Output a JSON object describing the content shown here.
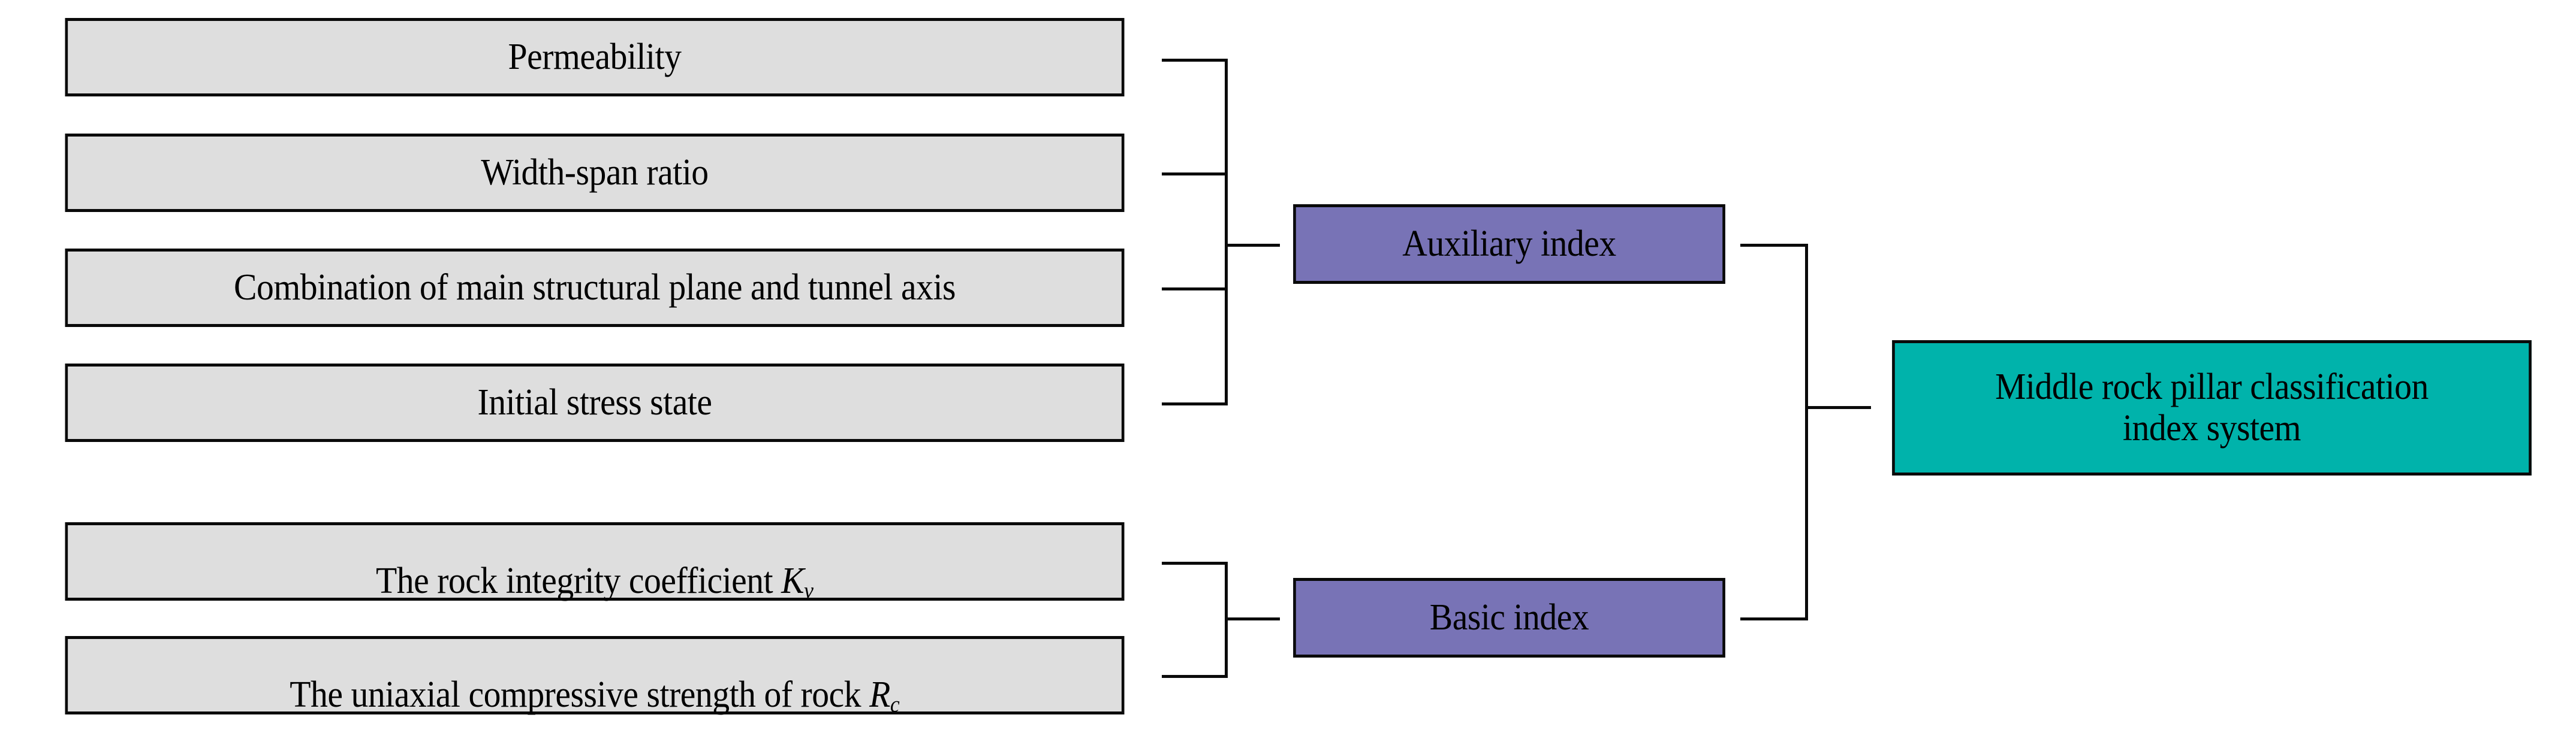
{
  "diagram": {
    "title": "Middle rock pillar classification index system",
    "type": "hierarchy-tree",
    "orientation": "left-to-right",
    "colors": {
      "leaf_fill": "#dedede",
      "branch_fill": "#7873b6",
      "root_fill": "#00b3ab",
      "stroke": "#0a0a0a",
      "text": "#000000",
      "background": "#ffffff"
    }
  },
  "leaves": [
    {
      "id": "permeability",
      "label": "Permeability",
      "parent": "auxiliary-index"
    },
    {
      "id": "width-span-ratio",
      "label": "Width-span ratio",
      "parent": "auxiliary-index"
    },
    {
      "id": "structural-plane-tunnel-axis",
      "label": "Combination of main structural plane and tunnel axis",
      "parent": "auxiliary-index"
    },
    {
      "id": "initial-stress-state",
      "label": "Initial stress state",
      "parent": "auxiliary-index"
    },
    {
      "id": "rock-integrity-coefficient",
      "label": "The rock integrity coefficient K",
      "symbol": "K",
      "subscript": "v",
      "parent": "basic-index"
    },
    {
      "id": "uniaxial-compressive-strength",
      "label": "The uniaxial compressive strength of rock R",
      "symbol": "R",
      "subscript": "c",
      "parent": "basic-index"
    }
  ],
  "branches": [
    {
      "id": "auxiliary-index",
      "label": "Auxiliary index",
      "parent": "root"
    },
    {
      "id": "basic-index",
      "label": "Basic index",
      "parent": "root"
    }
  ],
  "root": {
    "id": "root",
    "label": "Middle rock pillar classification\nindex system"
  }
}
